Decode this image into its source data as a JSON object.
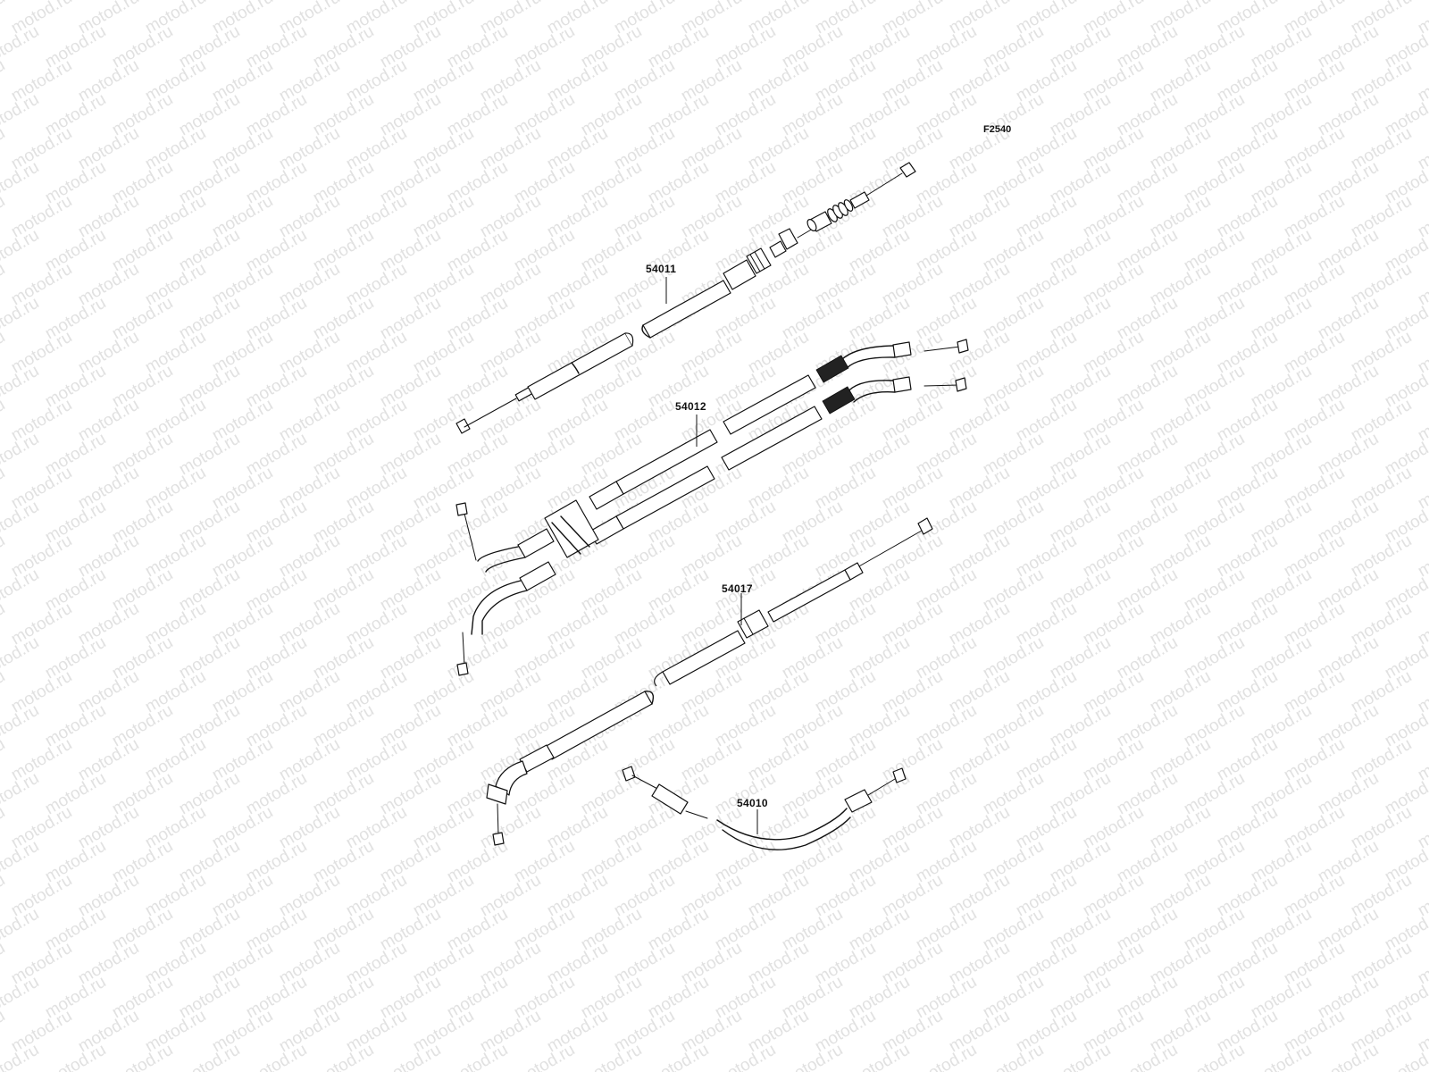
{
  "diagram": {
    "figure_code": "F2540",
    "watermark_text": "motod.ru",
    "parts": [
      {
        "id": "choke-cable",
        "number": "54011"
      },
      {
        "id": "throttle-cable-set",
        "number": "54012"
      },
      {
        "id": "lower-cable",
        "number": "54017"
      },
      {
        "id": "short-cable",
        "number": "54010"
      }
    ],
    "colors": {
      "line": "#111111",
      "watermark": "#e1e1e1",
      "background": "#ffffff"
    }
  }
}
